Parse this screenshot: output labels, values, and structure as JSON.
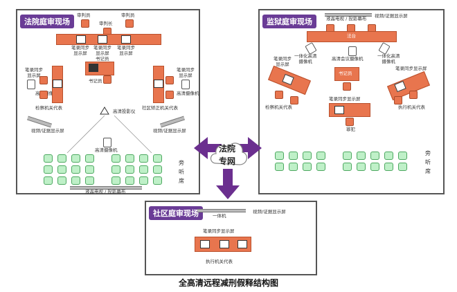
{
  "caption": "全高清远程减刑假释结构图",
  "court": {
    "title": "法院庭审现场",
    "judges": [
      "审判员",
      "审判长",
      "审判员"
    ],
    "sync_screens": [
      "笔录同步\n显示屏",
      "笔录同步\n显示屏",
      "笔录同步\n显示屏"
    ],
    "clerk_label": "书记员",
    "clerk_seat_label": "书记员",
    "hd_camera_left": "高清摄像机",
    "hd_camera_right": "高清摄像机",
    "sync_left": "笔录同步\n显示屏",
    "sync_right": "笔录同步\n显示屏",
    "prosecutor": "检察机关代表",
    "community": "社区矫正机关代表",
    "projector": "高清投影仪",
    "video_screen_left": "视频/证据显示屏",
    "video_screen_right": "视频/证据显示屏",
    "hd_camera_bottom": "高清摄像机",
    "gallery": "旁听席",
    "tv_screen": "液晶电视 / 投影幕布"
  },
  "network": {
    "line1": "法院",
    "line2": "专网"
  },
  "prison": {
    "title": "监狱庭审现场",
    "tv_screen": "液晶电视 / 投影幕布",
    "video_screen": "视频/证据显示屏",
    "court_bench": "法台",
    "cam_left": "一体化高清\n摄像机",
    "cam_center": "高清会议摄像机",
    "cam_right": "一体化高清\n摄像机",
    "sync_left": "笔录同步\n显示屏",
    "sync_right": "笔录同步显示屏",
    "clerk": "书记员",
    "prosecutor": "检察机关代表",
    "executor": "执行机关代表",
    "sync_center": "笔录同步显示屏",
    "defendant": "罪犯",
    "gallery": "旁听席"
  },
  "community": {
    "title": "社区庭审现场",
    "all_in_one": "一体机",
    "video_screen": "视频/证据显示屏",
    "sync_screen": "笔录同步显示屏",
    "executor": "执行机关代表"
  }
}
